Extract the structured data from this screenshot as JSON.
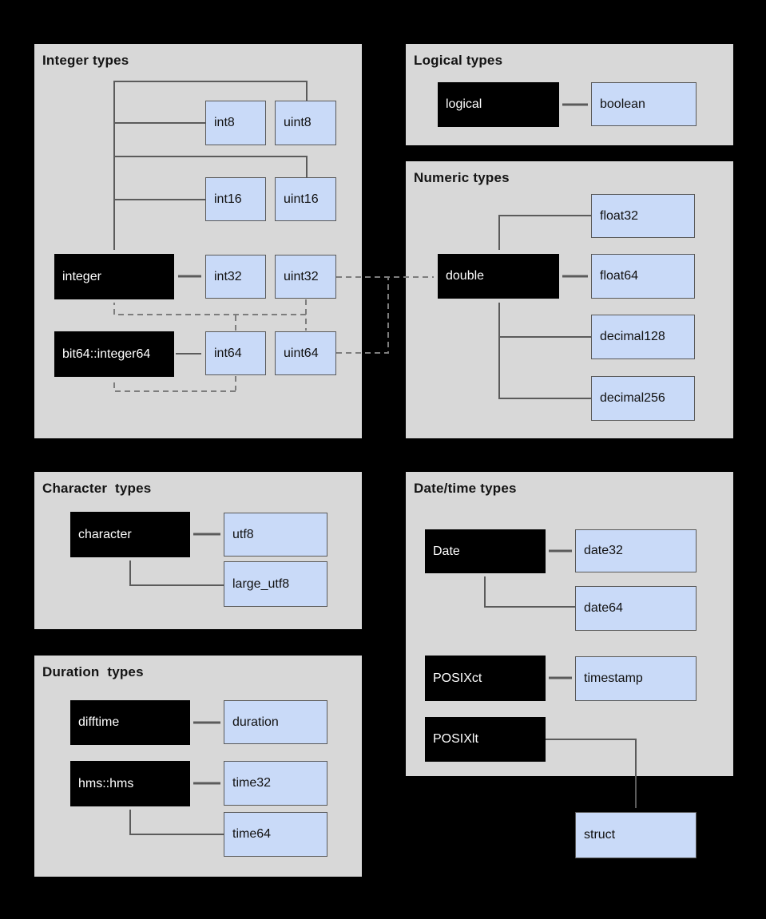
{
  "colors": {
    "background": "#000000",
    "panel_fill": "#d8d8d8",
    "r_type_fill": "#000000",
    "r_type_text": "#ffffff",
    "arrow_type_fill": "#c9daf8",
    "arrow_type_border": "#595959",
    "connector_solid": "#5b5b5b",
    "connector_dashed": "#7d7d7d"
  },
  "panels": {
    "integer": {
      "title": "Integer types"
    },
    "logical": {
      "title": "Logical types"
    },
    "numeric": {
      "title": "Numeric types"
    },
    "character": {
      "title": "Character  types"
    },
    "duration": {
      "title": "Duration  types"
    },
    "datetime": {
      "title": "Date/time types"
    }
  },
  "nodes": {
    "int8": "int8",
    "uint8": "uint8",
    "int16": "int16",
    "uint16": "uint16",
    "integer": "integer",
    "int32": "int32",
    "uint32": "uint32",
    "bit64_integer64": "bit64::integer64",
    "int64": "int64",
    "uint64": "uint64",
    "logical": "logical",
    "boolean": "boolean",
    "double": "double",
    "float32": "float32",
    "float64": "float64",
    "decimal128": "decimal128",
    "decimal256": "decimal256",
    "character": "character",
    "utf8": "utf8",
    "large_utf8": "large_utf8",
    "difftime": "difftime",
    "duration": "duration",
    "hms_hms": "hms::hms",
    "time32": "time32",
    "time64": "time64",
    "date": "Date",
    "date32": "date32",
    "date64": "date64",
    "posixct": "POSIXct",
    "timestamp": "timestamp",
    "posixlt": "POSIXlt",
    "struct": "struct"
  },
  "r_types": [
    "integer",
    "bit64::integer64",
    "logical",
    "double",
    "character",
    "difftime",
    "hms::hms",
    "Date",
    "POSIXct",
    "POSIXlt"
  ],
  "arrow_types": [
    "int8",
    "uint8",
    "int16",
    "uint16",
    "int32",
    "uint32",
    "int64",
    "uint64",
    "boolean",
    "float32",
    "float64",
    "decimal128",
    "decimal256",
    "utf8",
    "large_utf8",
    "duration",
    "time32",
    "time64",
    "date32",
    "date64",
    "timestamp",
    "struct"
  ],
  "edges": [
    {
      "from": "int8",
      "to": "integer",
      "style": "solid",
      "direction": "one-way"
    },
    {
      "from": "uint8",
      "to": "integer",
      "style": "solid",
      "direction": "one-way"
    },
    {
      "from": "int16",
      "to": "integer",
      "style": "solid",
      "direction": "one-way"
    },
    {
      "from": "uint16",
      "to": "integer",
      "style": "solid",
      "direction": "one-way"
    },
    {
      "from": "integer",
      "to": "int32",
      "style": "solid",
      "direction": "two-way"
    },
    {
      "from": "uint32",
      "to": "integer",
      "style": "dashed",
      "direction": "one-way"
    },
    {
      "from": "int64",
      "to": "integer",
      "style": "dashed",
      "direction": "one-way"
    },
    {
      "from": "uint64",
      "to": "integer",
      "style": "dashed",
      "direction": "one-way"
    },
    {
      "from": "bit64::integer64",
      "to": "int64",
      "style": "solid",
      "direction": "one-way"
    },
    {
      "from": "int64",
      "to": "bit64::integer64",
      "style": "dashed",
      "direction": "one-way"
    },
    {
      "from": "uint32",
      "to": "double",
      "style": "dashed",
      "direction": "one-way"
    },
    {
      "from": "uint64",
      "to": "double",
      "style": "dashed",
      "direction": "one-way"
    },
    {
      "from": "logical",
      "to": "boolean",
      "style": "solid",
      "direction": "two-way"
    },
    {
      "from": "float32",
      "to": "double",
      "style": "solid",
      "direction": "one-way"
    },
    {
      "from": "double",
      "to": "float64",
      "style": "solid",
      "direction": "two-way"
    },
    {
      "from": "decimal128",
      "to": "double",
      "style": "solid",
      "direction": "one-way"
    },
    {
      "from": "decimal256",
      "to": "double",
      "style": "solid",
      "direction": "one-way"
    },
    {
      "from": "character",
      "to": "utf8",
      "style": "solid",
      "direction": "two-way"
    },
    {
      "from": "large_utf8",
      "to": "character",
      "style": "solid",
      "direction": "one-way"
    },
    {
      "from": "difftime",
      "to": "duration",
      "style": "solid",
      "direction": "two-way"
    },
    {
      "from": "hms::hms",
      "to": "time32",
      "style": "solid",
      "direction": "two-way"
    },
    {
      "from": "time64",
      "to": "hms::hms",
      "style": "solid",
      "direction": "one-way"
    },
    {
      "from": "Date",
      "to": "date32",
      "style": "solid",
      "direction": "two-way"
    },
    {
      "from": "date64",
      "to": "Date",
      "style": "solid",
      "direction": "one-way"
    },
    {
      "from": "POSIXct",
      "to": "timestamp",
      "style": "solid",
      "direction": "two-way"
    },
    {
      "from": "POSIXlt",
      "to": "struct",
      "style": "solid",
      "direction": "one-way"
    }
  ]
}
